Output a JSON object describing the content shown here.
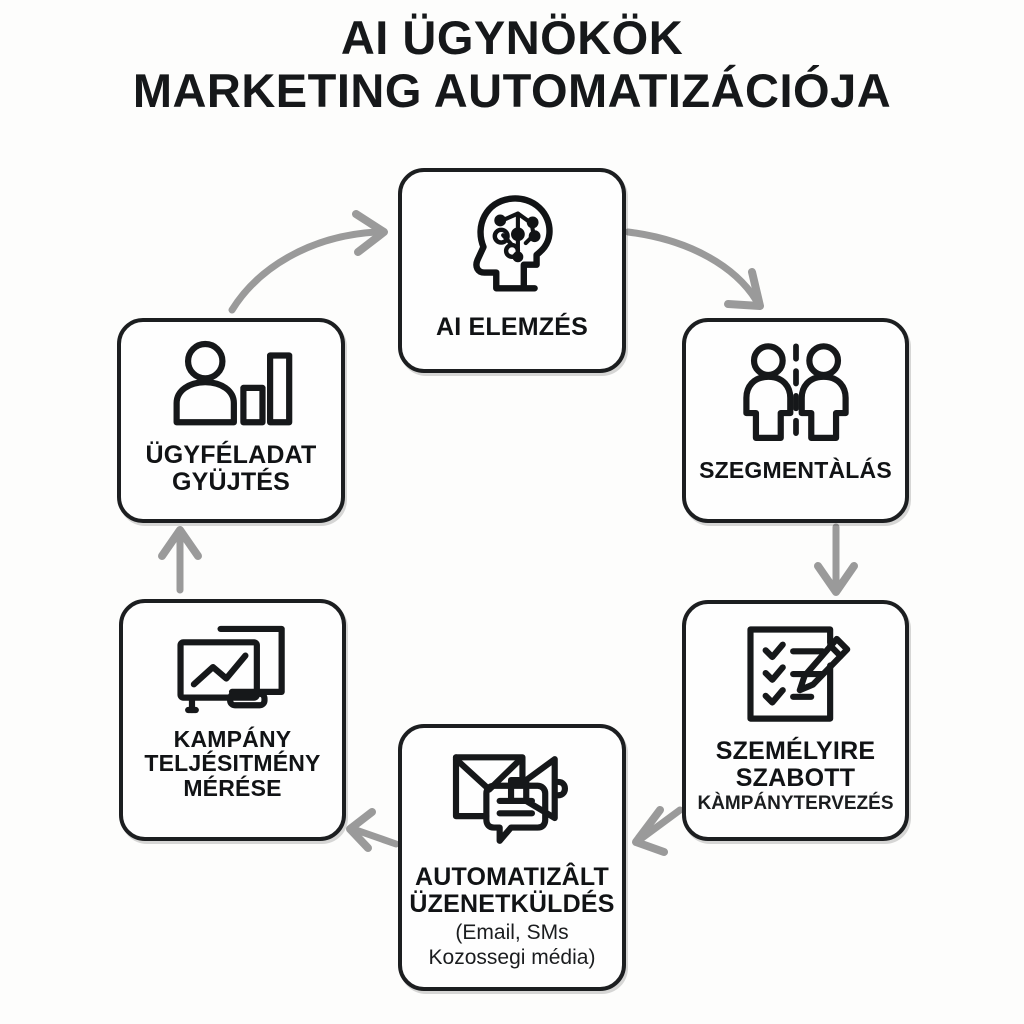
{
  "title": {
    "line1": "AI ÜGYNÖKÖK",
    "line2": "MARKETING AUTOMATIZÁCIÓJA"
  },
  "colors": {
    "background": "#fdfdfc",
    "stroke": "#1c1e20",
    "text": "#111315",
    "arrow": "#9a9a9a"
  },
  "nodes": [
    {
      "id": "ai-elemzes",
      "label": "AI ELEMZÉS",
      "sub": "",
      "icon": "head-neural-network-icon",
      "step": 1
    },
    {
      "id": "szegmentalas",
      "label": "SZEGMENTÀLÁS",
      "sub": "",
      "icon": "two-people-divider-icon",
      "step": 2
    },
    {
      "id": "szemelyre-szabott",
      "label": "SZEMÉLYIRE\nSZABOTT",
      "label_line1": "SZEMÉLYIRE",
      "label_line2": "SZABOTT",
      "sub": "KÀMPÁNYTERVEZÉS",
      "icon": "checklist-pencil-icon",
      "step": 3
    },
    {
      "id": "automatizalt",
      "label_line1": "AUTOMATIZÂLT",
      "label_line2": "ÜZENETKÜLDÉS",
      "sub_line1": "(Email, SMs",
      "sub_line2": "Kozossegi média)",
      "icon": "envelope-megaphone-chat-icon",
      "step": 4
    },
    {
      "id": "kampany-meres",
      "label_line1": "KAMPÁNY",
      "label_line2": "TELJÉSITMÉNY",
      "label_line3": "MÉRÉSE",
      "sub": "",
      "icon": "presentation-chart-icon",
      "step": 5
    },
    {
      "id": "ugyfeladat",
      "label_line1": "ÜGYFÉLADAT",
      "label_line2": "GYÜJTÉS",
      "sub": "",
      "icon": "person-barchart-icon",
      "step": 6
    }
  ],
  "arrows": [
    {
      "id": "arrow-ugyfeladat-to-ai-elemzes",
      "from": "ugyfeladat",
      "to": "ai-elemzes",
      "direction": "up-right"
    },
    {
      "id": "arrow-ai-elemzes-to-szegmentalas",
      "from": "ai-elemzes",
      "to": "szegmentalas",
      "direction": "down-right"
    },
    {
      "id": "arrow-szegmentalas-to-szemelyre-szabott",
      "from": "szegmentalas",
      "to": "szemelyre-szabott",
      "direction": "down"
    },
    {
      "id": "arrow-szemelyre-szabott-to-automatizalt",
      "from": "szemelyre-szabott",
      "to": "automatizalt",
      "direction": "down-left"
    },
    {
      "id": "arrow-automatizalt-to-kampany-meres",
      "from": "automatizalt",
      "to": "kampany-meres",
      "direction": "left"
    },
    {
      "id": "arrow-kampany-meres-to-ugyfeladat",
      "from": "kampany-meres",
      "to": "ugyfeladat",
      "direction": "up"
    }
  ]
}
